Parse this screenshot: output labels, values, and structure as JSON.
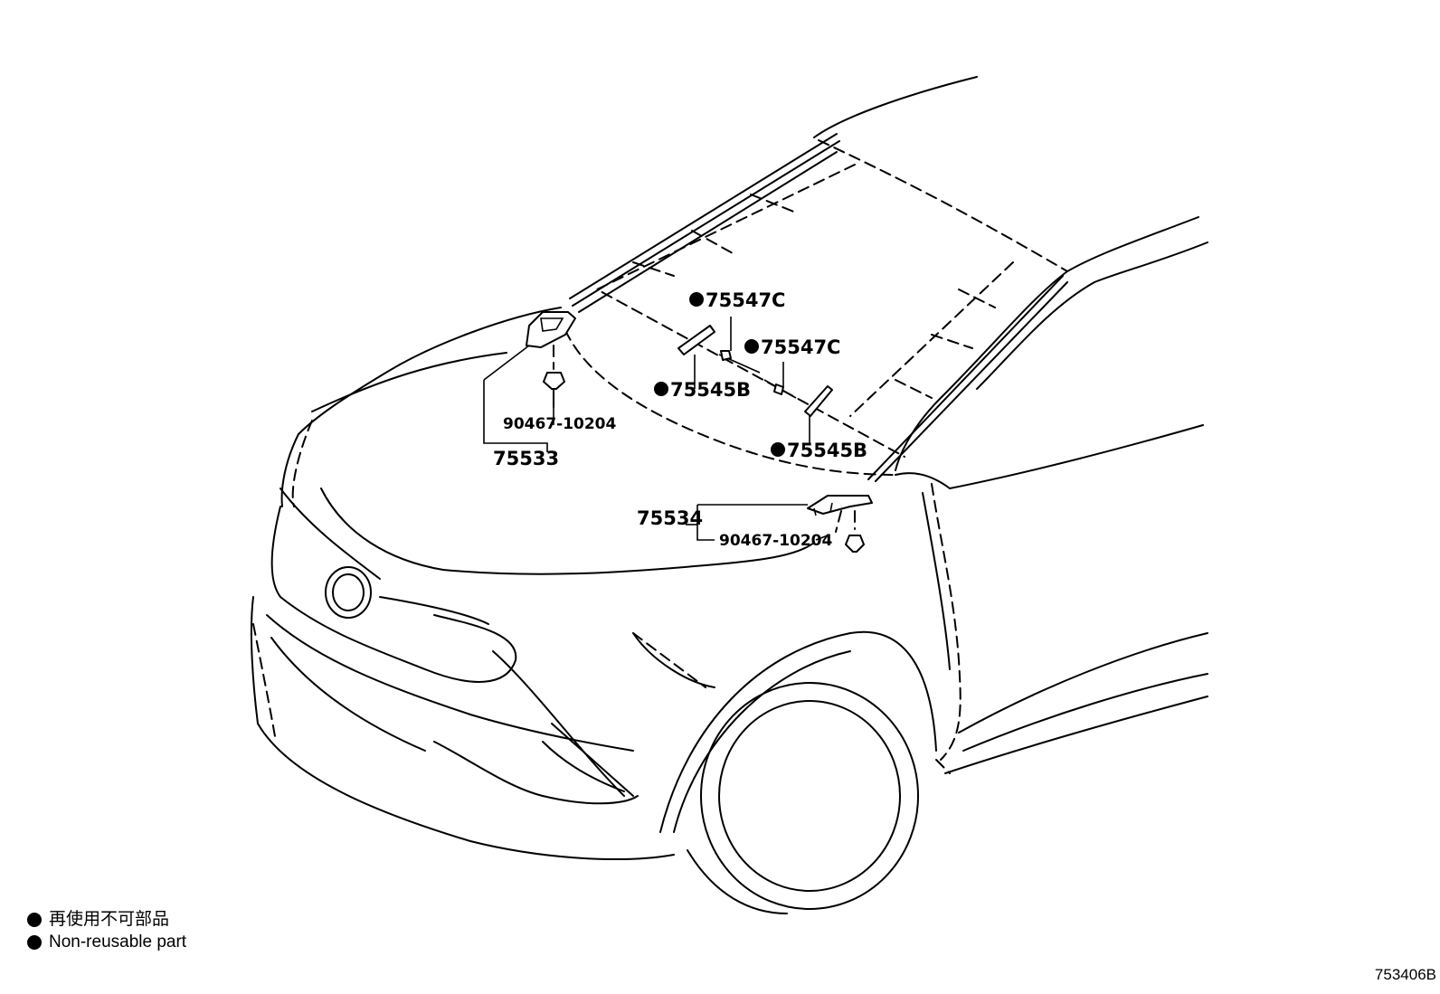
{
  "legend": {
    "jp": "再使用不可部品",
    "en": "Non-reusable part"
  },
  "figure_number": "753406B",
  "callouts": {
    "p75547c_a": "75547C",
    "p75547c_b": "75547C",
    "p75545b_a": "75545B",
    "p75545b_b": "75545B",
    "p90467_left": "90467-10204",
    "p75533": "75533",
    "p75534": "75534",
    "p90467_right": "90467-10204"
  }
}
